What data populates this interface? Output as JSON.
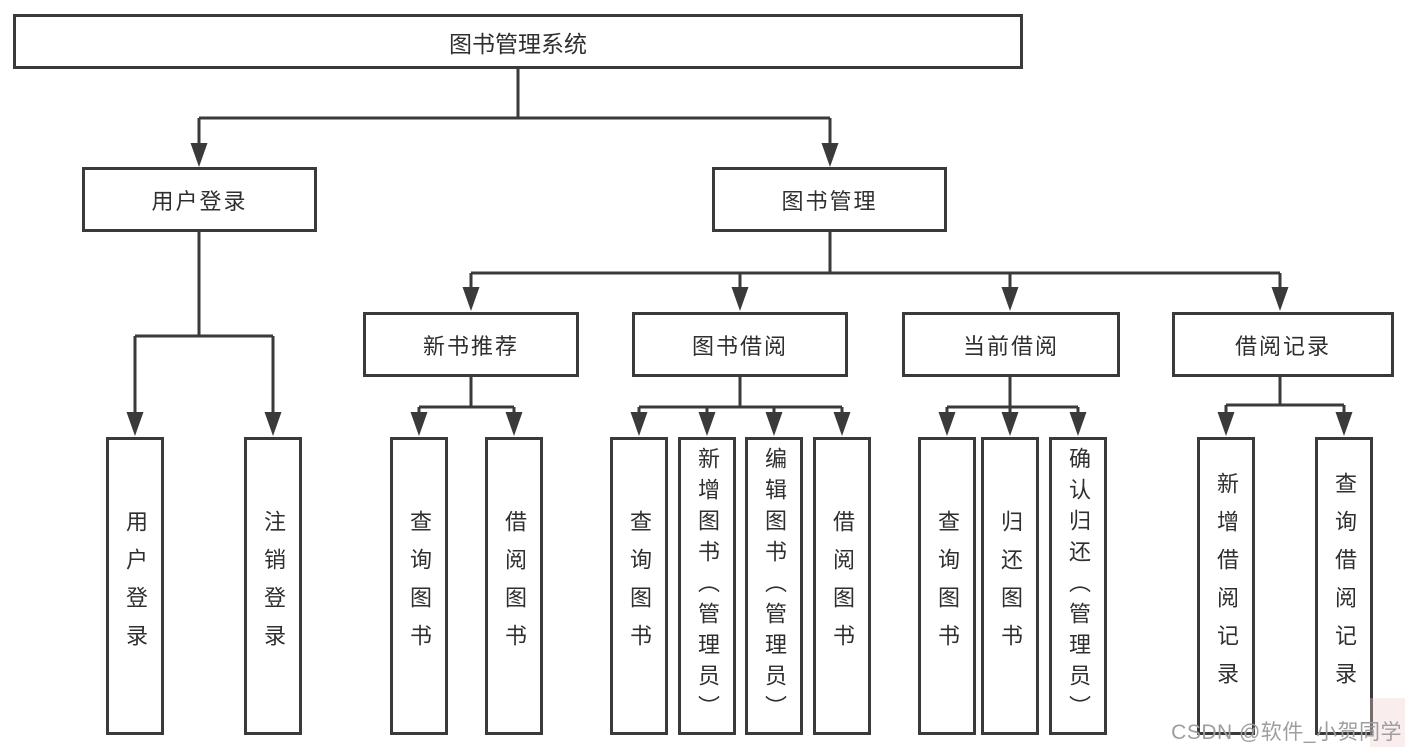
{
  "diagram": {
    "title": "图书管理系统",
    "root": {
      "label": "图书管理系统"
    },
    "user_branch": {
      "label": "用户登录",
      "children": [
        "用户登录",
        "注销登录"
      ]
    },
    "management_branch": {
      "label": "图书管理",
      "sections": [
        {
          "label": "新书推荐",
          "children": [
            "查询图书",
            "借阅图书"
          ]
        },
        {
          "label": "图书借阅",
          "children": [
            "查询图书",
            "新增图书（管理员）",
            "编辑图书（管理员）",
            "借阅图书"
          ]
        },
        {
          "label": "当前借阅",
          "children": [
            "查询图书",
            "归还图书",
            "确认归还（管理员）"
          ]
        },
        {
          "label": "借阅记录",
          "children": [
            "新增借阅记录",
            "查询借阅记录"
          ]
        }
      ]
    }
  },
  "watermark": {
    "text": "CSDN @软件_小贺同学"
  },
  "colors": {
    "background": "#ffffff",
    "line": "#3a3a3a",
    "box_border": "#3a3a3a",
    "text": "#2f2f2f",
    "watermark_text": "#9e9e9e",
    "watermark_tint": "#f2cbcb"
  }
}
